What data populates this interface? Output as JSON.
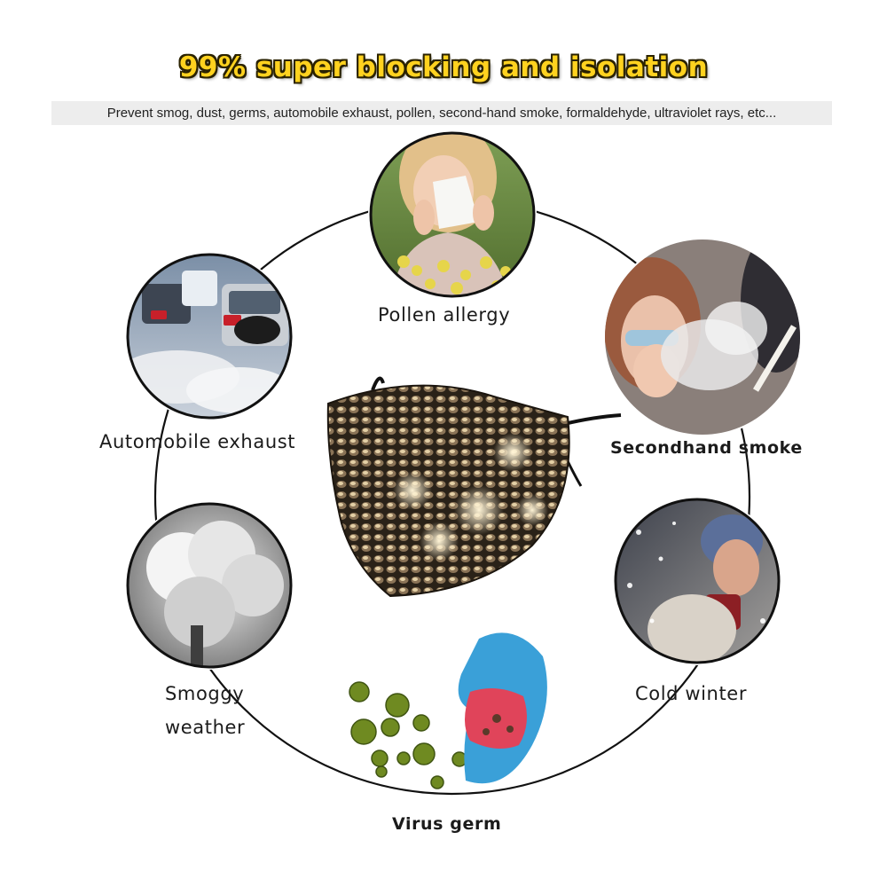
{
  "header": {
    "headline": "99% super blocking and isolation",
    "subline": "Prevent smog, dust, germs, automobile exhaust, pollen, second-hand smoke, formaldehyde, ultraviolet rays, etc..."
  },
  "items": {
    "pollen": "Pollen allergy",
    "exhaust": "Automobile exhaust",
    "smoke": "Secondhand smoke",
    "smog_line1": "Smoggy",
    "smog_line2": "weather",
    "winter": "Cold winter",
    "virus": "Virus germ"
  },
  "colors": {
    "headline": "#ffd21f",
    "ring": "#111111",
    "mask": "#2a2218",
    "sequin": "#c9a878"
  }
}
